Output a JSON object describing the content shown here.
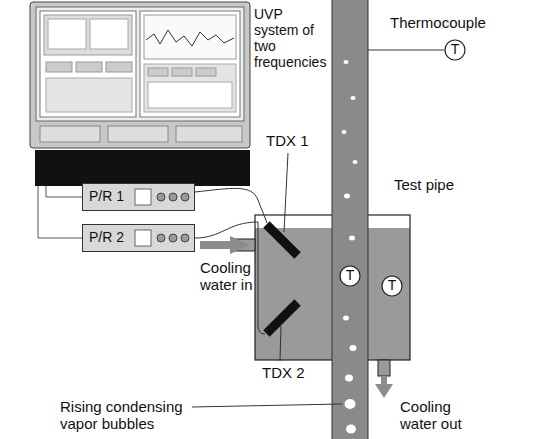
{
  "diagram": {
    "nodes": [
      {
        "text": [
          "T"
        ]
      },
      {
        "text": [
          "P/R 1"
        ]
      },
      {
        "text": [
          "P/R 2"
        ]
      },
      {
        "text": [
          "T"
        ]
      },
      {
        "text": [
          "T"
        ]
      }
    ],
    "labels": [
      "UVP system of two frequencies",
      "Thermocouple",
      "Test pipe",
      "TDX 1",
      "Cooling water in",
      "TDX 2",
      "Cooling water out",
      "Rising condensing vapor bubbles"
    ]
  }
}
